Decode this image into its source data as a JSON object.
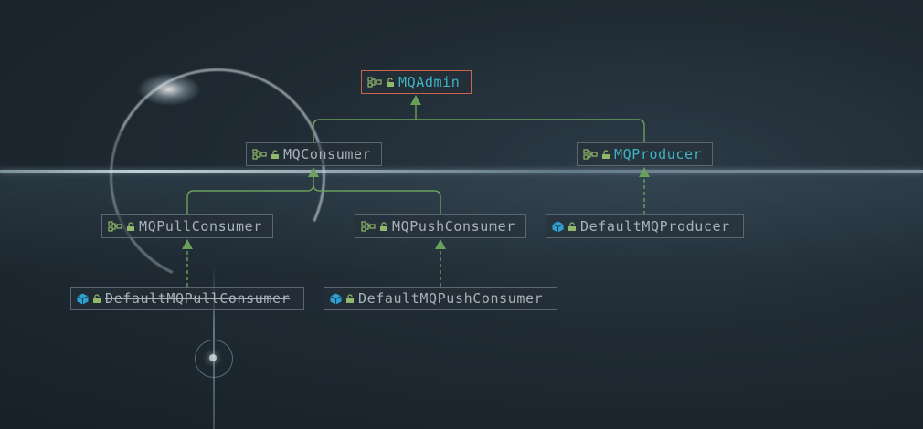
{
  "diagram": {
    "nodes": {
      "mqadmin": {
        "label": "MQAdmin",
        "kind": "interface"
      },
      "mqconsumer": {
        "label": "MQConsumer",
        "kind": "interface"
      },
      "mqproducer": {
        "label": "MQProducer",
        "kind": "interface"
      },
      "mqpullconsumer": {
        "label": "MQPullConsumer",
        "kind": "interface"
      },
      "mqpushconsumer": {
        "label": "MQPushConsumer",
        "kind": "interface"
      },
      "defaultmqproducer": {
        "label": "DefaultMQProducer",
        "kind": "class"
      },
      "defaultmqpullconsumer": {
        "label": "DefaultMQPullConsumer",
        "kind": "class",
        "deprecated": true
      },
      "defaultmqpushconsumer": {
        "label": "DefaultMQPushConsumer",
        "kind": "class"
      }
    },
    "edges": [
      {
        "from": "MQConsumer",
        "to": "MQAdmin",
        "type": "extends"
      },
      {
        "from": "MQProducer",
        "to": "MQAdmin",
        "type": "extends"
      },
      {
        "from": "MQPullConsumer",
        "to": "MQConsumer",
        "type": "extends"
      },
      {
        "from": "MQPushConsumer",
        "to": "MQConsumer",
        "type": "extends"
      },
      {
        "from": "DefaultMQProducer",
        "to": "MQProducer",
        "type": "implements"
      },
      {
        "from": "DefaultMQPullConsumer",
        "to": "MQPullConsumer",
        "type": "implements"
      },
      {
        "from": "DefaultMQPushConsumer",
        "to": "MQPushConsumer",
        "type": "implements"
      }
    ]
  },
  "icons": {
    "interface": "interface-icon",
    "class": "class-icon",
    "lock": "lock-icon"
  },
  "colors": {
    "edge": "#6aa05a",
    "node_border": "#5b6670",
    "selected_border": "#c8664a",
    "label": "#a8b2ba",
    "label_highlight": "#3fb4c4",
    "class_icon": "#2f9fd0"
  }
}
